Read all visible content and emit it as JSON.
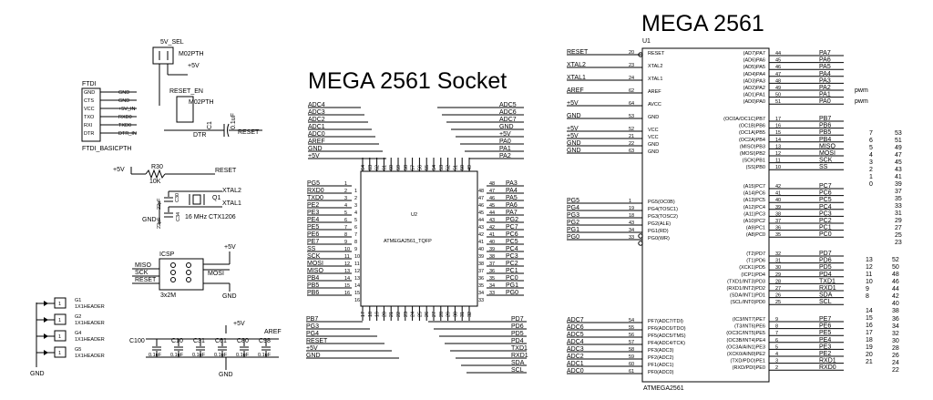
{
  "titles": {
    "socket": "MEGA 2561 Socket",
    "mega": "MEGA 2561"
  },
  "parts": {
    "ftdi": {
      "name": "FTDI",
      "footer": "FTDI_BASICPTH",
      "pins": [
        "GND",
        "CTS",
        "VCC",
        "TXO",
        "RXI",
        "DTR"
      ],
      "nets": [
        "GND",
        "GND",
        "+5V_IN",
        "RXD0",
        "TXD0",
        "DTR_IN"
      ]
    },
    "fivev_sel": {
      "name": "5V_SEL",
      "part": "M02PTH",
      "net": "+5V"
    },
    "reset_en": {
      "name": "RESET_EN",
      "part": "M02PTH"
    },
    "dtr": {
      "net": "DTR",
      "cap": "C1",
      "value": "0.1uF",
      "reset": "RESET"
    },
    "r30": {
      "supply": "+5V",
      "name": "R30",
      "value": "10K",
      "net": "RESET"
    },
    "crystal": {
      "xtal2": "XTAL2",
      "xtal1": "XTAL1",
      "q": "Q1",
      "desc": "16 MHz CTX1206",
      "c30": "C30",
      "c34": "C34",
      "cap": "22pF",
      "gnd": "GND"
    },
    "icsp": {
      "name": "ICSP",
      "part": "3x2M",
      "supply": "+5V",
      "gnd": "GND",
      "left": [
        "MISO",
        "SCK",
        "RESET"
      ],
      "right": [
        "MOSI"
      ]
    },
    "headers": {
      "gnd": "GND",
      "labels": [
        "G1",
        "1X1HEADER",
        "G2",
        "1X1HEADER",
        "G4",
        "1X1HEADER",
        "G5",
        "1X1HEADER"
      ]
    },
    "caps": {
      "supply": "+5V",
      "aref": "AREF",
      "names": [
        "C100",
        "C10",
        "C31",
        "C61",
        "C80",
        "C98"
      ],
      "value": "0.1uF"
    }
  },
  "socket": {
    "u2": "U2",
    "center": "ATMEGA2561_TQFP",
    "top_nets": [
      "ADC4",
      "ADC3",
      "ADC2",
      "ADC1",
      "ADC0",
      "AREF",
      "GND",
      "+5V"
    ],
    "top_pins": [
      "64",
      "63",
      "62",
      "61",
      "60",
      "59",
      "58",
      "57",
      "56",
      "55",
      "54",
      "53",
      "52",
      "51",
      "50",
      "49"
    ],
    "right_top_nets": [
      "ADC5",
      "ADC6",
      "ADC7",
      "GND",
      "+5V",
      "PA0",
      "PA1",
      "PA2"
    ],
    "left_pins": [
      "1",
      "2",
      "3",
      "4",
      "5",
      "6",
      "7",
      "8",
      "9",
      "10",
      "11",
      "12",
      "13",
      "14",
      "15",
      "16"
    ],
    "left_nets": [
      "PG5",
      "RXD0",
      "TXD0",
      "PE2",
      "PE3",
      "PE4",
      "PE5",
      "PE6",
      "PE7",
      "SS",
      "SCK",
      "MOSI",
      "MISO",
      "PB4",
      "PB5",
      "PB6"
    ],
    "right_pins": [
      "48",
      "47",
      "46",
      "45",
      "44",
      "43",
      "42",
      "41",
      "40",
      "39",
      "38",
      "37",
      "36",
      "35",
      "34",
      "33"
    ],
    "right_nets": [
      "PA3",
      "PA4",
      "PA5",
      "PA6",
      "PA7",
      "PG2",
      "PC7",
      "PC6",
      "PC5",
      "PC4",
      "PC3",
      "PC2",
      "PC1",
      "PC0",
      "PG1",
      "PG0"
    ],
    "bottom_pins": [
      "17",
      "18",
      "19",
      "20",
      "21",
      "22",
      "23",
      "24",
      "25",
      "26",
      "27",
      "28",
      "29",
      "30",
      "31",
      "32"
    ],
    "bottom_left_nets": [
      "PB7",
      "PG3",
      "PG4",
      "RESET",
      "+5V",
      "GND"
    ],
    "bottom_right_nets": [
      "PD7",
      "PD6",
      "PD5",
      "PD4",
      "TXD1",
      "RXD1",
      "SDA",
      "SCL"
    ]
  },
  "mega": {
    "u1": "U1",
    "footer": "ATMEGA2561",
    "left_nets": [
      "RESET",
      "XTAL2",
      "XTAL1",
      "AREF",
      "+5V",
      "GND"
    ],
    "left_pins": [
      "20",
      "23",
      "24",
      "62",
      "64",
      "53"
    ],
    "left_names": [
      "RESET",
      "XTAL2",
      "XTAL1",
      "AREF",
      "AVCC",
      "GND"
    ],
    "vcc_nets": [
      "+5V",
      "+5V",
      "GND",
      "GND"
    ],
    "vcc_pins": [
      "52",
      "21",
      "22",
      "63"
    ],
    "vcc_names": [
      "VCC",
      "VCC",
      "GND",
      "GND"
    ],
    "pg_nets": [
      "PG5",
      "PG4",
      "PG3",
      "PG2",
      "PG1",
      "PG0"
    ],
    "pg_pins": [
      "1",
      "19",
      "18",
      "43",
      "34",
      "33"
    ],
    "pg_names": [
      "PG5(OC0B)",
      "PG4(TOSC1)",
      "PG3(TOSC2)",
      "PG2(ALE)",
      "PG1(RD)",
      "PG0(WR)"
    ],
    "adc_nets": [
      "ADC7",
      "ADC6",
      "ADC5",
      "ADC4",
      "ADC3",
      "ADC2",
      "ADC1",
      "ADC0"
    ],
    "adc_pins": [
      "54",
      "55",
      "56",
      "57",
      "58",
      "59",
      "60",
      "61"
    ],
    "adc_names": [
      "PF7(ADC7/TDI)",
      "PF6(ADC6/TDO)",
      "PF5(ADC5/TMS)",
      "PF4(ADC4/TCK)",
      "PF3(ADC3)",
      "PF2(ADC2)",
      "PF1(ADC1)",
      "PF0(ADC0)"
    ],
    "r1_names": [
      "(AD7)PA7",
      "(AD6)PA6",
      "(AD5)PA5",
      "(AD4)PA4",
      "(AD3)PA3",
      "(AD2)PA2",
      "(AD1)PA1",
      "(AD0)PA0"
    ],
    "r1_pins": [
      "44",
      "45",
      "46",
      "47",
      "48",
      "49",
      "50",
      "51"
    ],
    "r1_nets": [
      "PA7",
      "PA6",
      "PA5",
      "PA4",
      "PA3",
      "PA2",
      "PA1",
      "PA0"
    ],
    "r2_names": [
      "(OC0A/OC1C)PB7",
      "(OC1B)PB6",
      "(OC1A)PB5",
      "(OC2A)PB4",
      "(MISO)PB3",
      "(MOSI)PB2",
      "(SCK)PB1",
      "(SS)PB0"
    ],
    "r2_pins": [
      "17",
      "16",
      "15",
      "14",
      "13",
      "12",
      "11",
      "10"
    ],
    "r2_nets": [
      "PB7",
      "PB6",
      "PB5",
      "PB4",
      "MISO",
      "MOSI",
      "SCK",
      "SS"
    ],
    "r3_names": [
      "(A15)PC7",
      "(A14)PC6",
      "(A13)PC5",
      "(A12)PC4",
      "(A11)PC3",
      "(A10)PC2",
      "(A9)PC1",
      "(A8)PC0"
    ],
    "r3_pins": [
      "42",
      "41",
      "40",
      "39",
      "38",
      "37",
      "36",
      "35"
    ],
    "r3_nets": [
      "PC7",
      "PC6",
      "PC5",
      "PC4",
      "PC3",
      "PC2",
      "PC1",
      "PC0"
    ],
    "r4_names": [
      "(T2)PD7",
      "(T1)PD6",
      "(XCK1)PD5",
      "(ICP1)PD4",
      "(TXD1/INT3)PD3",
      "(RXD1/INT2)PD2",
      "(SDA/INT1)PD1",
      "(SCL/INT0)PD0"
    ],
    "r4_pins": [
      "32",
      "31",
      "30",
      "29",
      "28",
      "27",
      "26",
      "25"
    ],
    "r4_nets": [
      "PD7",
      "PD6",
      "PD5",
      "PD4",
      "TXD1",
      "RXD1",
      "SDA",
      "SCL"
    ],
    "r5_names": [
      "(IC3/INT7)PE7",
      "(T3/INT6)PE6",
      "(OC3C/INT5)PE5",
      "(OC3B/INT4)PE4",
      "(OC3A/AIN1)PE3",
      "(XCK0/AIN0)PE2",
      "(TXD/PDO)PE1",
      "(RXD/PDI)PE0"
    ],
    "r5_pins": [
      "9",
      "8",
      "7",
      "6",
      "5",
      "4",
      "3",
      "2"
    ],
    "r5_nets": [
      "PE7",
      "PE6",
      "PE5",
      "PE4",
      "PE3",
      "PE2",
      "RXD1",
      "RXD0"
    ],
    "pwm": [
      "pwm",
      "pwm"
    ],
    "nums_a": [
      "7",
      "6",
      "5",
      "4",
      "3",
      "2",
      "1",
      "0"
    ],
    "nums_b": [
      "53",
      "51",
      "49",
      "47",
      "45",
      "43",
      "41",
      "39",
      "37",
      "35",
      "33",
      "31",
      "29",
      "27",
      "25",
      "23"
    ],
    "nums_c": [
      "13",
      "12",
      "11",
      "10",
      "9",
      "8"
    ],
    "nums_d": [
      "52",
      "50",
      "48",
      "46",
      "44",
      "42",
      "40",
      "38"
    ],
    "nums_e": [
      "14",
      "15",
      "16",
      "17",
      "18",
      "19",
      "20",
      "21"
    ],
    "nums_f": [
      "36",
      "34",
      "32",
      "30",
      "28",
      "26",
      "24",
      "22"
    ]
  }
}
